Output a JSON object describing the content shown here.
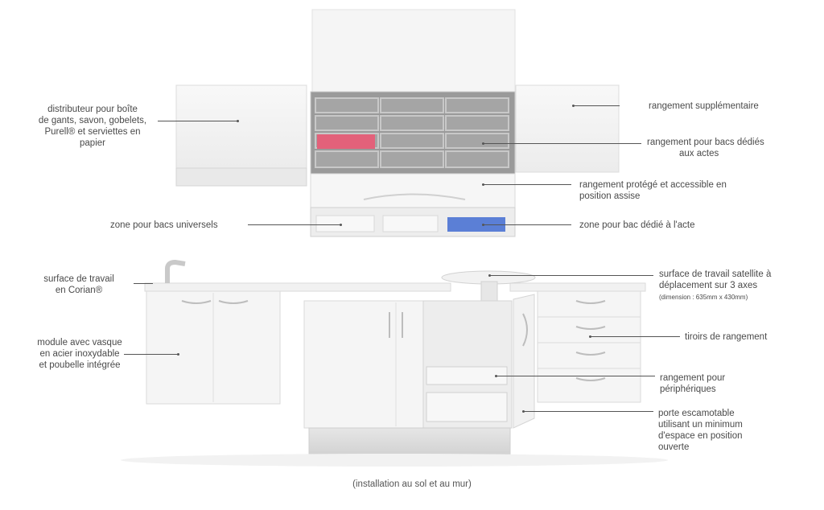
{
  "labels": {
    "gloves_dispenser": [
      "distributeur pour boîte",
      "de gants, savon, gobelets,",
      "Purell® et serviettes en",
      "papier"
    ],
    "extra_storage": "rangement supplémentaire",
    "act_trays_storage": [
      "rangement pour bacs dédiés",
      "aux actes"
    ],
    "protected_storage": [
      "rangement protégé et accessible en",
      "position assise"
    ],
    "universal_trays": "zone pour bacs universels",
    "act_tray_zone": "zone pour bac dédié à l'acte",
    "work_surface": [
      "surface de travail",
      "en Corian®"
    ],
    "satellite_surface": [
      "surface de travail satellite à",
      "déplacement sur 3 axes"
    ],
    "satellite_dimension": "(dimension : 635mm x 430mm)",
    "sink_module": [
      "module avec vasque",
      "en acier inoxydable",
      "et poubelle intégrée"
    ],
    "drawers": "tiroirs de rangement",
    "peripherals_storage": [
      "rangement pour",
      "périphériques"
    ],
    "retractable_door": [
      "porte escamotable",
      "utilisant un minimum",
      "d'espace en position",
      "ouverte"
    ]
  },
  "caption": "(installation au sol et au mur)",
  "colors": {
    "cabinet": "#f4f4f4",
    "edge": "#d6d6d6",
    "pink_tray": "#e3617a",
    "blue_tray": "#5b7fd6",
    "interior": "#8a8a8a"
  }
}
